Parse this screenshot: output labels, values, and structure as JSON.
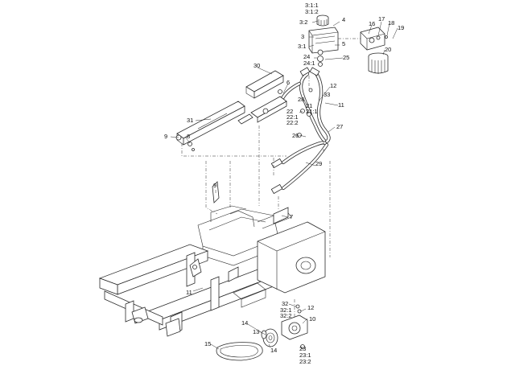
{
  "callouts": [
    {
      "id": "c-3-1-1",
      "text": "3:1:1"
    },
    {
      "id": "c-3-1-2",
      "text": "3:1:2"
    },
    {
      "id": "c-3-2",
      "text": "3:2"
    },
    {
      "id": "c-4",
      "text": "4"
    },
    {
      "id": "c-3",
      "text": "3"
    },
    {
      "id": "c-3-1",
      "text": "3:1"
    },
    {
      "id": "c-5",
      "text": "5"
    },
    {
      "id": "c-16",
      "text": "16"
    },
    {
      "id": "c-17",
      "text": "17"
    },
    {
      "id": "c-18",
      "text": "18"
    },
    {
      "id": "c-19",
      "text": "19"
    },
    {
      "id": "c-20",
      "text": "20"
    },
    {
      "id": "c-24",
      "text": "24"
    },
    {
      "id": "c-24-1",
      "text": "24:1"
    },
    {
      "id": "c-25",
      "text": "25"
    },
    {
      "id": "c-30",
      "text": "30"
    },
    {
      "id": "c-6",
      "text": "6"
    },
    {
      "id": "c-12a",
      "text": "12"
    },
    {
      "id": "c-33",
      "text": "33"
    },
    {
      "id": "c-28",
      "text": "28"
    },
    {
      "id": "c-21",
      "text": "21"
    },
    {
      "id": "c-21-1",
      "text": "21:1"
    },
    {
      "id": "c-11a",
      "text": "11"
    },
    {
      "id": "c-22",
      "text": "22"
    },
    {
      "id": "c-22-1",
      "text": "22:1"
    },
    {
      "id": "c-22-2",
      "text": "22:2"
    },
    {
      "id": "c-27",
      "text": "27"
    },
    {
      "id": "c-31",
      "text": "31"
    },
    {
      "id": "c-26",
      "text": "26"
    },
    {
      "id": "c-9a",
      "text": "9"
    },
    {
      "id": "c-8",
      "text": "8"
    },
    {
      "id": "c-29",
      "text": "29"
    },
    {
      "id": "c-9b",
      "text": "9"
    },
    {
      "id": "c-7",
      "text": "7"
    },
    {
      "id": "c-11b",
      "text": "11"
    },
    {
      "id": "c-32",
      "text": "32"
    },
    {
      "id": "c-32-1",
      "text": "32:1"
    },
    {
      "id": "c-32-2",
      "text": "32:2"
    },
    {
      "id": "c-12b",
      "text": "12"
    },
    {
      "id": "c-10",
      "text": "10"
    },
    {
      "id": "c-14a",
      "text": "14"
    },
    {
      "id": "c-15",
      "text": "15"
    },
    {
      "id": "c-13",
      "text": "13"
    },
    {
      "id": "c-14b",
      "text": "14"
    },
    {
      "id": "c-23",
      "text": "23"
    },
    {
      "id": "c-23-1",
      "text": "23:1"
    },
    {
      "id": "c-23-2",
      "text": "23:2"
    }
  ]
}
